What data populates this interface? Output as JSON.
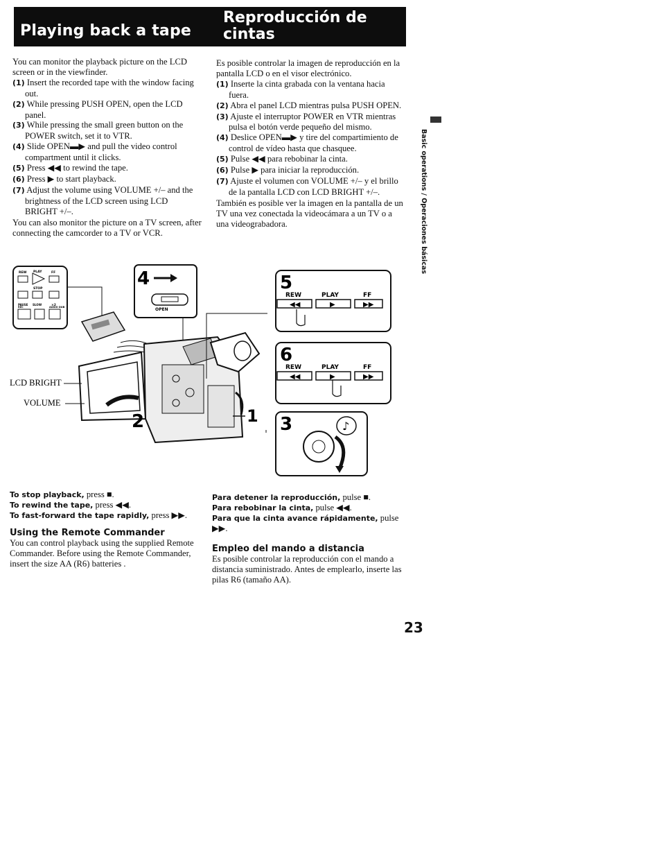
{
  "header": {
    "title_en": "Playing back a tape",
    "title_es": "Reproducción de cintas"
  },
  "en": {
    "intro": "You can monitor the playback picture on the LCD screen or in the viewfinder.",
    "steps": [
      {
        "num": "(1)",
        "text": "Insert the recorded tape with the window facing out."
      },
      {
        "num": "(2)",
        "text": "While pressing PUSH OPEN, open the LCD panel."
      },
      {
        "num": "(3)",
        "text": "While pressing the small green button on the POWER switch, set it to VTR."
      },
      {
        "num": "(4)",
        "text": "Slide OPEN▬▶ and pull the video control compartment until it clicks."
      },
      {
        "num": "(5)",
        "text": "Press ◀◀ to rewind the tape."
      },
      {
        "num": "(6)",
        "text": "Press ▶ to start playback."
      },
      {
        "num": "(7)",
        "text": "Adjust the volume using VOLUME +/– and the brightness of the LCD screen using LCD BRIGHT +/–."
      }
    ],
    "tv_note": "You can also monitor the picture on a TV screen, after connecting the camcorder to a TV or VCR.",
    "stop_label": "To stop playback,",
    "stop_rest": "press ■.",
    "rewind_label": "To rewind the tape,",
    "rewind_rest": "press ◀◀.",
    "ff_label": "To fast-forward the tape rapidly,",
    "ff_rest": "press ▶▶.",
    "remote_heading": "Using the Remote Commander",
    "remote_text": "You can control playback using the supplied Remote Commander. Before using the Remote Commander, insert the size AA (R6) batteries ."
  },
  "es": {
    "intro": "Es posible controlar la imagen de reproducción en la pantalla LCD o en el visor electrónico.",
    "steps": [
      {
        "num": "(1)",
        "text": "Inserte la cinta grabada con la ventana hacia fuera."
      },
      {
        "num": "(2)",
        "text": "Abra el panel LCD mientras pulsa PUSH OPEN."
      },
      {
        "num": "(3)",
        "text": "Ajuste el interruptor POWER en VTR mientras pulsa el botón verde pequeño del mismo."
      },
      {
        "num": "(4)",
        "text": "Deslice OPEN▬▶ y tire del compartimiento de control de vídeo hasta que chasquee."
      },
      {
        "num": "(5)",
        "text": "Pulse ◀◀ para rebobinar la cinta."
      },
      {
        "num": "(6)",
        "text": "Pulse ▶ para iniciar la reproducción."
      },
      {
        "num": "(7)",
        "text": "Ajuste el volumen con VOLUME +/– y el brillo de la pantalla LCD con LCD BRIGHT +/–."
      }
    ],
    "tv_note": "También es posible ver la imagen en la pantalla de un TV una vez conectada la videocámara a un TV o a una videograbadora.",
    "stop_label": "Para detener la reproducción,",
    "stop_rest": "pulse ■.",
    "rewind_label": "Para rebobinar la cinta,",
    "rewind_rest": "pulse ◀◀.",
    "ff_label": "Para que la cinta avance rápidamente,",
    "ff_rest": "pulse ▶▶.",
    "remote_heading": "Empleo del mando a distancia",
    "remote_text": "Es posible controlar la reproducción con el mando a distancia suministrado. Antes de emplearlo, inserte las pilas R6 (tamaño AA)."
  },
  "sidebar": "Basic operations / Operaciones básicas",
  "page_number": "23",
  "figure": {
    "lcd_bright": "LCD BRIGHT",
    "volume": "VOLUME",
    "step4": "4",
    "step5": "5",
    "step6": "6",
    "step3": "3",
    "step2": "2",
    "step1": "1",
    "open": "OPEN",
    "rew": "REW",
    "play": "PLAY",
    "ff": "FF",
    "remote_labels": {
      "rew": "REW",
      "play": "PLAY",
      "ff": "FF",
      "stop": "STOP",
      "pause": "PAUSE",
      "slow": "SLOW",
      "x2": "×2",
      "rec": "REC",
      "audio_dub": "AUDIO DUB"
    }
  }
}
